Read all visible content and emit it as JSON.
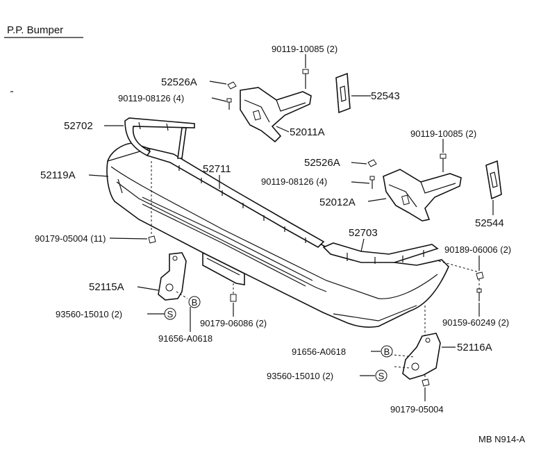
{
  "title": "P.P. Bumper",
  "diagram_code": "MB N914-A",
  "parts": {
    "p52526A_top": "52526A",
    "p90119_08126_top": "90119-08126 (4)",
    "p90119_10085_top": "90119-10085 (2)",
    "p52543": "52543",
    "p52011A": "52011A",
    "p52702": "52702",
    "p52119A": "52119A",
    "p52711": "52711",
    "p90119_10085_mid": "90119-10085 (2)",
    "p52526A_mid": "52526A",
    "p90119_08126_mid": "90119-08126 (4)",
    "p52012A": "52012A",
    "p52544": "52544",
    "p90179_05004_left": "90179-05004 (11)",
    "p52703": "52703",
    "p90189_06006": "90189-06006 (2)",
    "p52115A": "52115A",
    "p93560_15010_left": "93560-15010 (2)",
    "p91656_A0618_left": "91656-A0618",
    "p90179_06086": "90179-06086 (2)",
    "p90159_60249": "90159-60249 (2)",
    "p91656_A0618_right": "91656-A0618",
    "p52116A": "52116A",
    "p93560_15010_right": "93560-15010 (2)",
    "p90179_05004_bottom": "90179-05004"
  },
  "symbols": {
    "bolt_marker": "B",
    "screw_marker": "S"
  }
}
